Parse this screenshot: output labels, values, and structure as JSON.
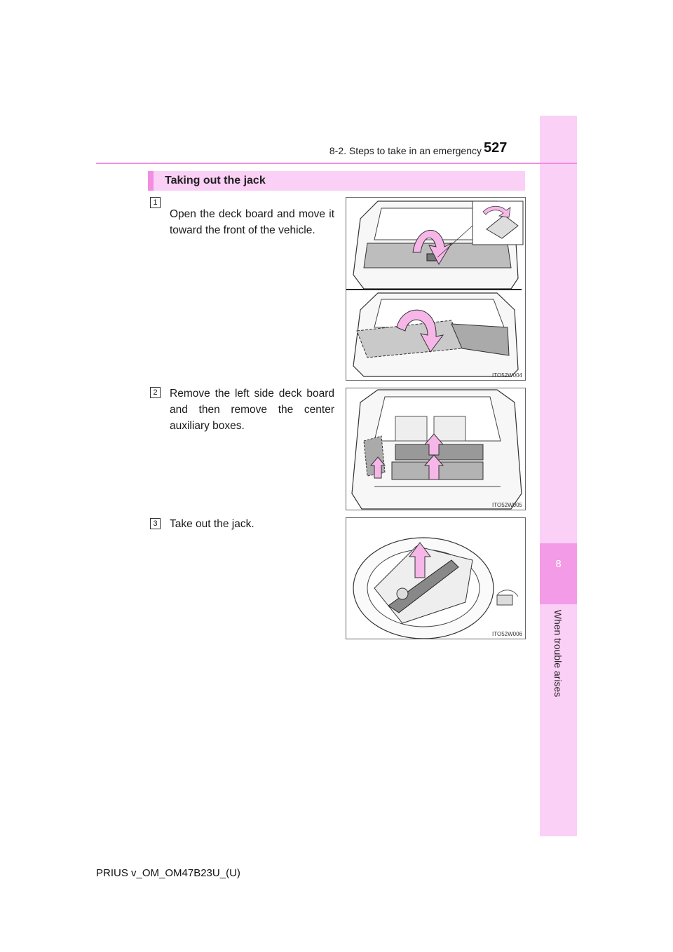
{
  "header": {
    "section_title": "8-2. Steps to take in an emergency",
    "page_number": "527"
  },
  "side_tab": {
    "chapter_number": "8",
    "chapter_label": "When trouble arises"
  },
  "section": {
    "heading": "Taking out the jack"
  },
  "steps": [
    {
      "number": "1",
      "text": "Open the deck board and move it toward the front of the vehicle.",
      "figure_code": "ITO52W004"
    },
    {
      "number": "2",
      "text": "Remove the left side deck board and then remove the center auxiliary boxes.",
      "figure_code": "ITO52W005"
    },
    {
      "number": "3",
      "text": "Take out the jack.",
      "figure_code": "ITO52W006"
    }
  ],
  "footer": {
    "document_id": "PRIUS v_OM_OM47B23U_(U)"
  },
  "colors": {
    "accent_light": "#fbd0f6",
    "accent": "#f28de2",
    "accent_dark": "#f39be6",
    "arrow_fill": "#f6b7e8"
  }
}
